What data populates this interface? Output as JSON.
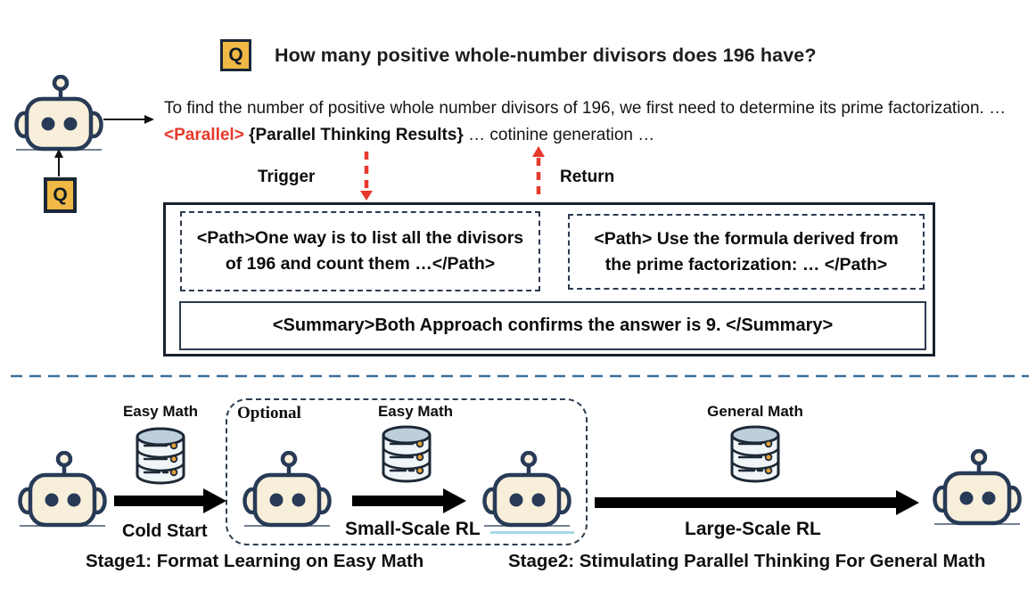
{
  "question": {
    "badge": "Q",
    "text": "How many positive whole-number divisors does 196 have?"
  },
  "answer": {
    "before": "To find the number of positive whole number divisors of 196, we first need to  determine its prime factorization. … ",
    "parallel_tag": "<Parallel>",
    "results_placeholder": "{Parallel Thinking Results}",
    "after": " … cotinine generation …"
  },
  "input_badge": "Q",
  "flow": {
    "trigger": "Trigger",
    "return": "Return"
  },
  "parallel_block": {
    "path_left": "<Path>One way is to list all the divisors of 196 and count them …</Path>",
    "path_right": "<Path> Use the formula derived from the prime factorization: … </Path>",
    "summary": "<Summary>Both Approach confirms the answer is 9. </Summary>"
  },
  "pipeline": {
    "optional_label": "Optional",
    "datasets": [
      {
        "label": "Easy Math"
      },
      {
        "label": "Easy Math"
      },
      {
        "label": "General Math"
      }
    ],
    "steps": [
      {
        "label": "Cold Start"
      },
      {
        "label": "Small-Scale RL"
      },
      {
        "label": "Large-Scale RL"
      }
    ],
    "stage1": "Stage1: Format Learning on Easy Math",
    "stage2": "Stage2: Stimulating Parallel Thinking For General Math"
  },
  "colors": {
    "accent_red": "#e6392b",
    "badge_yellow": "#f0b845",
    "outline_navy": "#273a56",
    "divider_blue": "#3c6e99"
  }
}
